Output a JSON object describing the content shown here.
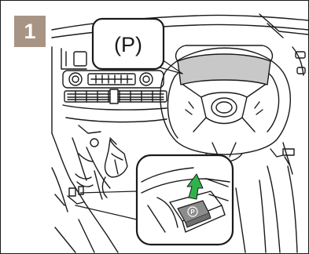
{
  "step": {
    "number": "1",
    "badge_color": "#a89484"
  },
  "callout": {
    "label": "(P)"
  },
  "switch_symbol": {
    "label": "P",
    "fill": "#8c8c8c"
  },
  "arrow": {
    "color": "#2fb24a",
    "direction": "up"
  },
  "illustration": {
    "subject": "parking-brake-switch-location",
    "line_color": "#1a1a1a",
    "screen_fill": "#c8c8c8"
  }
}
